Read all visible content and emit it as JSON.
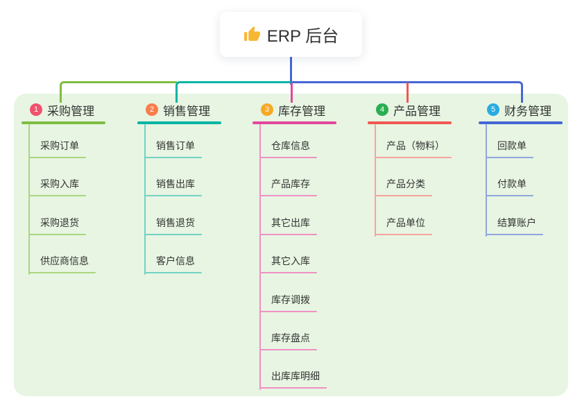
{
  "root": {
    "label": "ERP 后台",
    "icon": "thumbs-up"
  },
  "branches": [
    {
      "num": "1",
      "label": "采购管理",
      "badge_color": "#f0516d",
      "line_color": "#7fbc42",
      "child_line_color": "#a9d67f",
      "children": [
        "采购订单",
        "采购入库",
        "采购退货",
        "供应商信息"
      ]
    },
    {
      "num": "2",
      "label": "销售管理",
      "badge_color": "#f87d4b",
      "line_color": "#00b4a4",
      "child_line_color": "#72d2c4",
      "children": [
        "销售订单",
        "销售出库",
        "销售退货",
        "客户信息"
      ]
    },
    {
      "num": "3",
      "label": "库存管理",
      "badge_color": "#f8a924",
      "line_color": "#e2479d",
      "child_line_color": "#f090c4",
      "children": [
        "仓库信息",
        "产品库存",
        "其它出库",
        "其它入库",
        "库存调拨",
        "库存盘点",
        "出库库明细"
      ]
    },
    {
      "num": "4",
      "label": "产品管理",
      "badge_color": "#2bae52",
      "line_color": "#f25753",
      "child_line_color": "#f7a29d",
      "children": [
        "产品（物料）",
        "产品分类",
        "产品单位"
      ]
    },
    {
      "num": "5",
      "label": "财务管理",
      "badge_color": "#29abe2",
      "line_color": "#4566d6",
      "child_line_color": "#90a6de",
      "children": [
        "回款单",
        "付款单",
        "结算账户"
      ]
    }
  ],
  "colors": {
    "panel": "#e7f5e2",
    "root_stem": "#4566d6",
    "text": "#333333",
    "thumb": "#f7b731"
  }
}
